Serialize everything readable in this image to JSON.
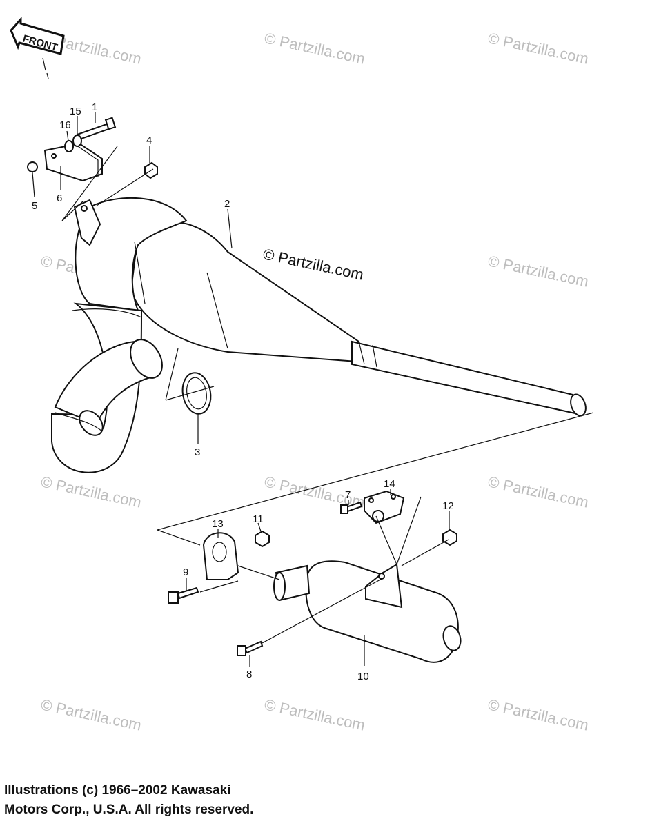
{
  "front_label": "FRONT",
  "watermark_text": "© Partzilla.com",
  "callouts": [
    {
      "id": "1",
      "label": "1"
    },
    {
      "id": "2",
      "label": "2"
    },
    {
      "id": "3",
      "label": "3"
    },
    {
      "id": "4",
      "label": "4"
    },
    {
      "id": "5",
      "label": "5"
    },
    {
      "id": "6",
      "label": "6"
    },
    {
      "id": "7",
      "label": "7"
    },
    {
      "id": "8",
      "label": "8"
    },
    {
      "id": "9",
      "label": "9"
    },
    {
      "id": "10",
      "label": "10"
    },
    {
      "id": "11",
      "label": "11"
    },
    {
      "id": "12",
      "label": "12"
    },
    {
      "id": "13",
      "label": "13"
    },
    {
      "id": "14",
      "label": "14"
    },
    {
      "id": "15",
      "label": "15"
    },
    {
      "id": "16",
      "label": "16"
    }
  ],
  "copyright": {
    "line1": "Illustrations (c) 1966–2002 Kawasaki",
    "line2": "Motors Corp., U.S.A.  All rights reserved."
  }
}
